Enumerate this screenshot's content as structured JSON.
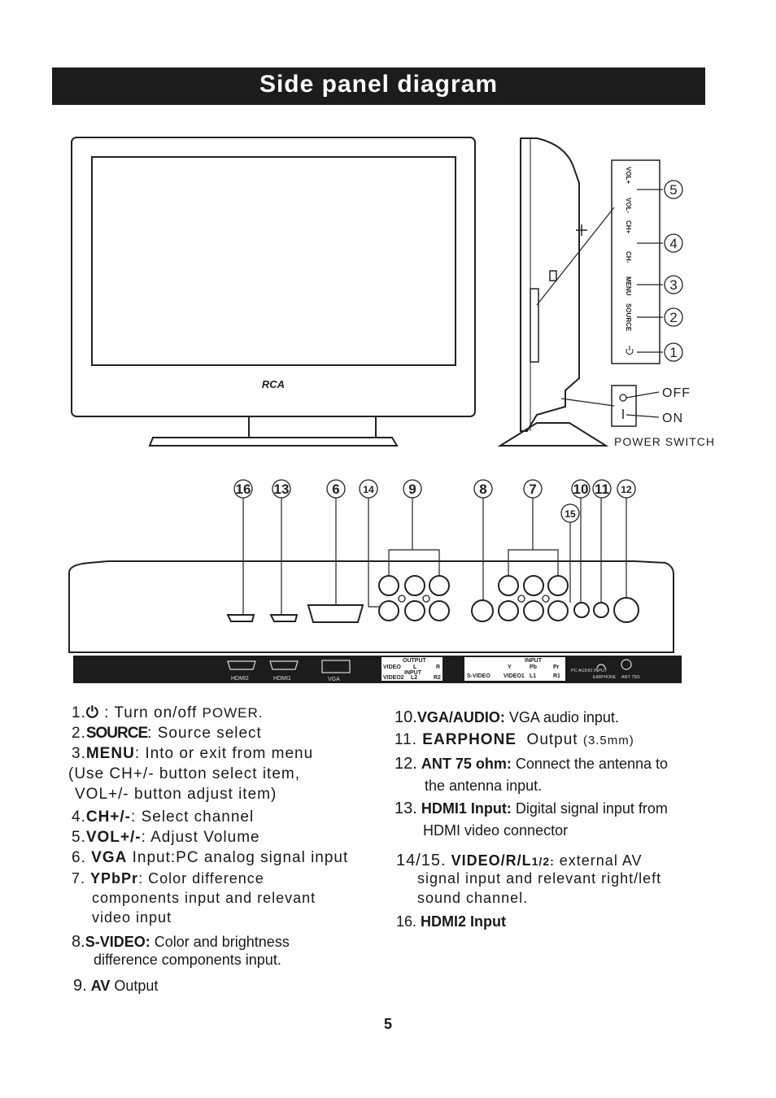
{
  "title": "Side panel diagram",
  "tv_front": {
    "logo": "RCA"
  },
  "side_buttons": [
    "VOL+",
    "VOL-",
    "CH+",
    "CH-",
    "MENU",
    "SOURCE"
  ],
  "side_callouts": [
    "5",
    "4",
    "3",
    "2",
    "1"
  ],
  "power_switch": {
    "off": "OFF",
    "on": "ON",
    "caption": "POWER SWITCH"
  },
  "rear_callouts": [
    "16",
    "13",
    "6",
    "14",
    "9",
    "8",
    "7",
    "10",
    "11",
    "12",
    "15"
  ],
  "rear_labels": {
    "hdmi2": "HDMI2",
    "hdmi1": "HDMI1",
    "vga": "VGA",
    "output": "OUTPUT",
    "output_video": "VIDEO",
    "output_l": "L",
    "output_r": "R",
    "input_mid": "INPUT",
    "video2": "VIDEO2",
    "l2": "L2",
    "r2": "R2",
    "input_right": "INPUT",
    "y": "Y",
    "pb": "Pb",
    "pr": "Pr",
    "svideo": "S-VIDEO",
    "video1": "VIDEO1",
    "l1": "L1",
    "r1": "R1",
    "pc_audio": "PC AUDIO INPUT",
    "earphone": "EARPHONE",
    "ant": "ANT 75Ω"
  },
  "left_desc": {
    "d1_num": "1.",
    "d1_text": "Turn on/off",
    "d1_tail": "POWER.",
    "d2_num": "2.",
    "d2_key": "SOURCE",
    "d2_text": ": Source select",
    "d3_num": "3.",
    "d3_key": "MENU",
    "d3_text": ":  Into or exit from menu",
    "d3_l2": "(Use CH+/- button select item,",
    "d3_l3": "VOL+/- button adjust item)",
    "d4_num": "4.",
    "d4_key": "CH+/-",
    "d4_text": ":  Select channel",
    "d5_num": "5.",
    "d5_key": "VOL+/-",
    "d5_text": ":  Adjust Volume",
    "d6_num": "6.",
    "d6_key": "VGA",
    "d6_text": "Input:PC analog signal input",
    "d7_num": "7.",
    "d7_key": "YPbPr",
    "d7_text": ": Color  difference",
    "d7_l2": "components  input  and  relevant",
    "d7_l3": "video  input",
    "d8_num": "8.",
    "d8_key": "S-VIDEO:",
    "d8_text": "Color and brightness",
    "d8_l2": "difference components input.",
    "d9_num": "9.",
    "d9_key": "AV",
    "d9_text": "Output"
  },
  "right_desc": {
    "d10_num": "10.",
    "d10_key": "VGA/AUDIO:",
    "d10_text": "VGA  audio input.",
    "d11_num": "11.",
    "d11_key": "EARPHONE",
    "d11_text": "Output",
    "d11_tail": "(3.5mm)",
    "d12_num": "12.",
    "d12_key": "ANT 75 ohm:",
    "d12_text": "Connect the antenna to",
    "d12_l2": "the antenna input.",
    "d13_num": "13.",
    "d13_key": "HDMI1 Input:",
    "d13_text": "Digital signal input from",
    "d13_l2": "HDMI video connector",
    "d14_num": "14/15.",
    "d14_key": "VIDEO/R/L",
    "d14_sub": "1/2:",
    "d14_text": "external AV",
    "d14_l2": "signal input and relevant right/left",
    "d14_l3": "sound channel.",
    "d16_num": "16.",
    "d16_key": "HDMI2 Input"
  },
  "page_number": "5"
}
